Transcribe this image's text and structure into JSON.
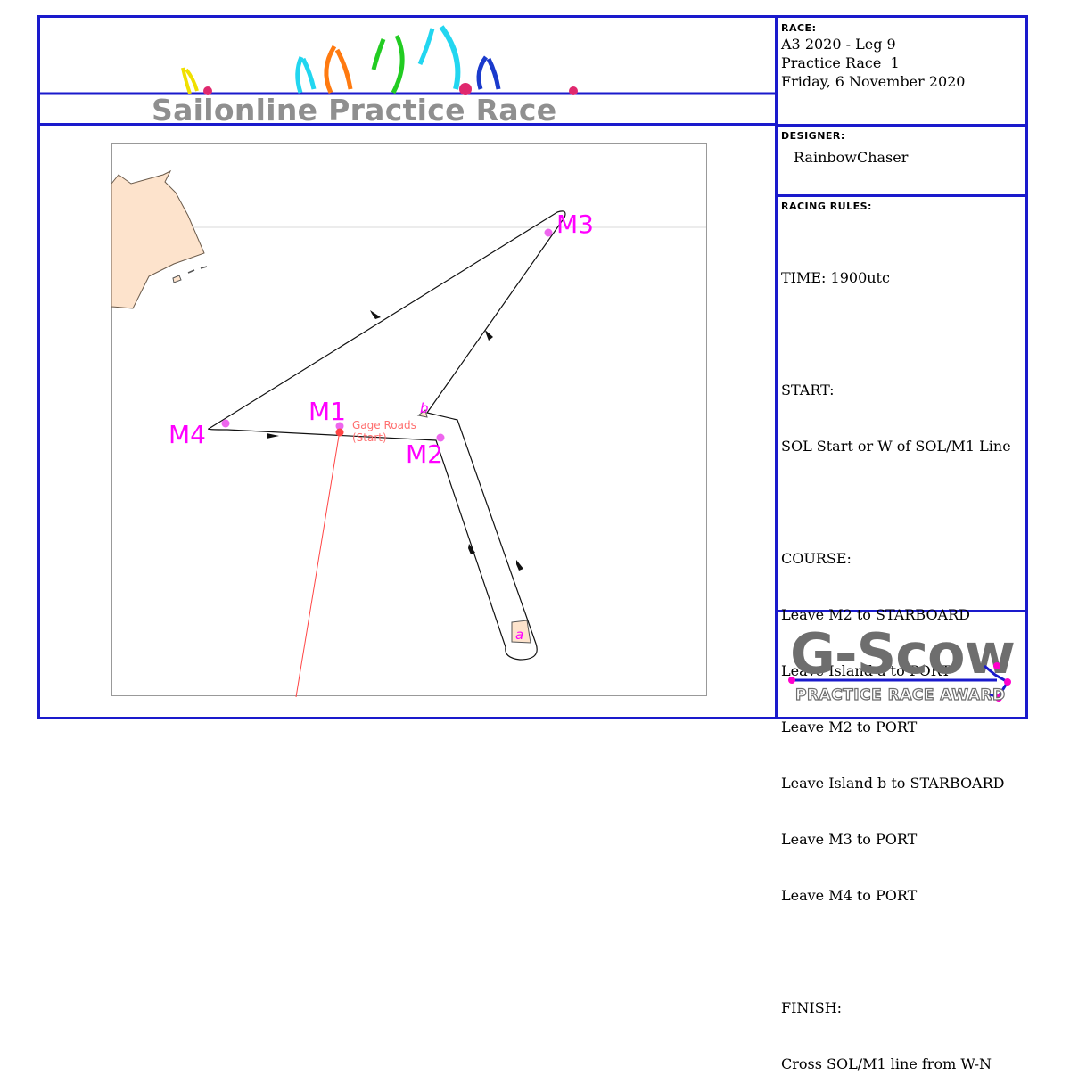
{
  "banner": {
    "title": "Sailonline Practice Race"
  },
  "race": {
    "label": "RACE:",
    "line1": "A3 2020 - Leg 9",
    "line2": "Practice Race  1",
    "line3": "Friday, 6 November 2020"
  },
  "designer": {
    "label": "DESIGNER:",
    "name": "RainbowChaser"
  },
  "rules": {
    "label": "RACING RULES:",
    "lines": [
      "TIME: 1900utc",
      "",
      "START:",
      "SOL Start or W of SOL/M1 Line",
      "",
      "COURSE:",
      "Leave M2 to STARBOARD",
      "Leave Island a to PORT",
      "Leave M2 to PORT",
      "Leave Island b to STARBOARD",
      "Leave M3 to PORT",
      "Leave M4 to PORT",
      "",
      "FINISH:",
      "Cross SOL/M1 line from W-N"
    ]
  },
  "award": {
    "title": "G-Scow",
    "subtitle": "PRACTICE RACE AWARD"
  },
  "map": {
    "marks": {
      "m1": "M1",
      "m2": "M2",
      "m3": "M3",
      "m4": "M4",
      "island_a": "a",
      "island_b": "b"
    },
    "start_label_line1": "Gage Roads",
    "start_label_line2": "(Start)"
  },
  "colors": {
    "frame": "#1a1acc",
    "mark_label": "#ff00ff",
    "mark_dot": "#ee66ee",
    "land": "#fde3cc",
    "start_line": "#ff4444",
    "banner_text": "#8f8f8f"
  }
}
